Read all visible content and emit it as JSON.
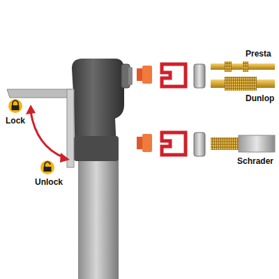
{
  "diagram": {
    "labels": [
      "Lock",
      "Unlock",
      "Presta",
      "Dunlop",
      "Schrader"
    ]
  }
}
